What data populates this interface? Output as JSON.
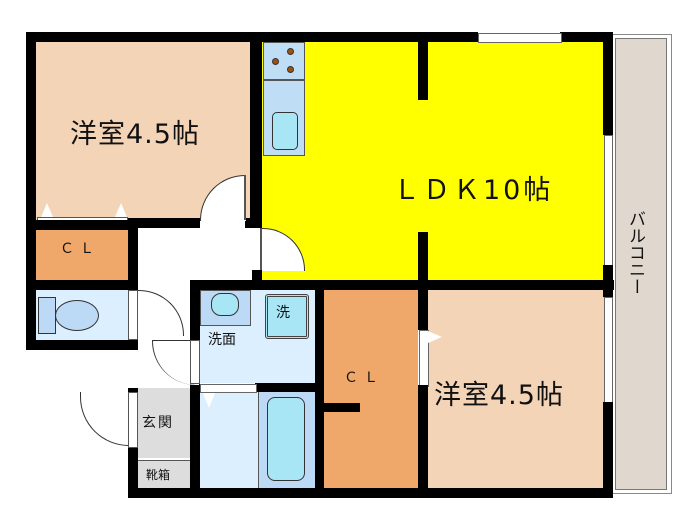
{
  "floorplan": {
    "colors": {
      "wall": "#000000",
      "western_room": "#f3d4b7",
      "ldk": "#ffff00",
      "closet": "#efa86a",
      "wet_area": "#dcefff",
      "fixture": "#a8e6f5",
      "balcony": "#e0d8cf",
      "entrance": "#dddddd"
    },
    "rooms": {
      "western_room_1": {
        "label": "洋室4.5帖"
      },
      "closet_1": {
        "label": "ＣＬ"
      },
      "ldk": {
        "label": "ＬＤＫ10帖"
      },
      "closet_2": {
        "label": "ＣＬ"
      },
      "western_room_2": {
        "label": "洋室4.5帖"
      },
      "balcony": {
        "label": "バルコニー"
      },
      "washroom": {
        "label": "洗面"
      },
      "washer": {
        "label": "洗"
      },
      "entrance": {
        "label": "玄関"
      },
      "shoe_box": {
        "label": "靴箱"
      }
    },
    "fixtures": [
      "stove-icon",
      "sink-icon",
      "toilet-icon",
      "washbasin-icon",
      "washing-machine-icon",
      "bathtub-icon"
    ]
  }
}
